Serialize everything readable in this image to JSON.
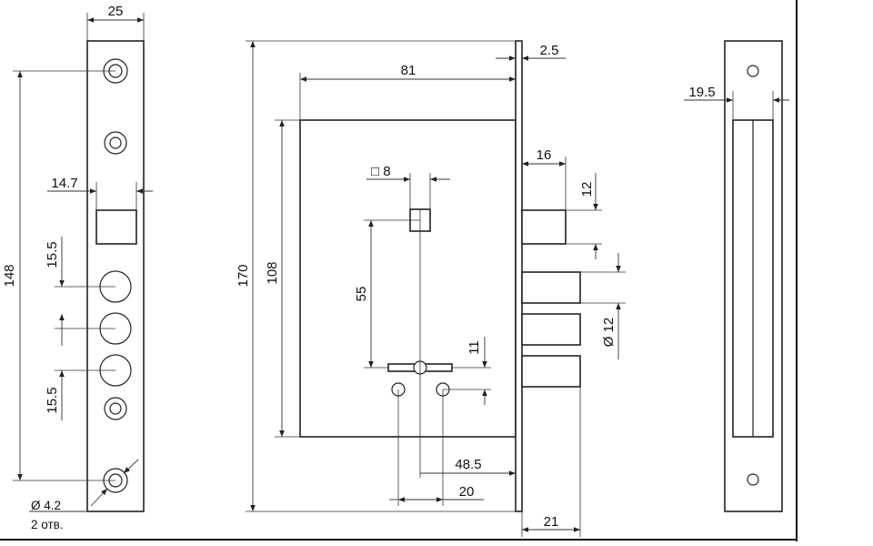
{
  "dims": {
    "plate_width": "25",
    "plate_height": "148",
    "plate_square": "14.7",
    "plate_hole_spacing_top": "15.5",
    "plate_hole_spacing_bottom": "15.5",
    "hole_diameter": "Ø 4.2",
    "hole_count": "2 отв.",
    "body_overall_height": "170",
    "body_case_height": "108",
    "body_backset": "81",
    "faceplate_thickness": "2.5",
    "spindle_square": "□ 8",
    "spindle_to_key": "55",
    "key_offset": "11",
    "latch_projection": "16",
    "latch_height": "12",
    "bolt_diameter": "Ø 12",
    "bolt_projection": "21",
    "screw_offset": "48.5",
    "screw_spacing": "20",
    "strike_width": "19.5"
  }
}
